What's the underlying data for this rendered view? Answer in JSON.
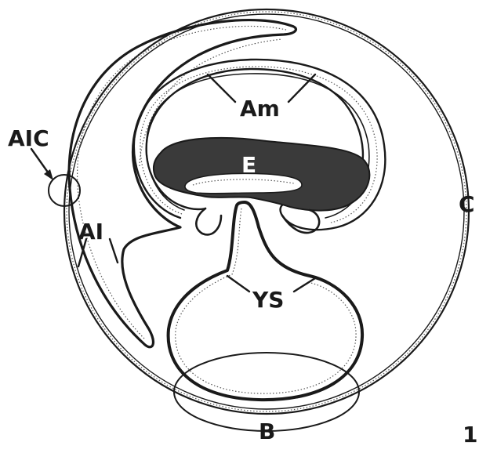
{
  "labels": {
    "allantois_chorion": "AIC",
    "allantois": "AI",
    "amnion": "Am",
    "embryo": "E",
    "chorion": "C",
    "yolk_sac": "YS",
    "body_stalk": "B",
    "figure_number": "1"
  },
  "colors": {
    "ink": "#1a1a1a",
    "embryo_fill": "#3a3a3a",
    "background": "#ffffff"
  }
}
